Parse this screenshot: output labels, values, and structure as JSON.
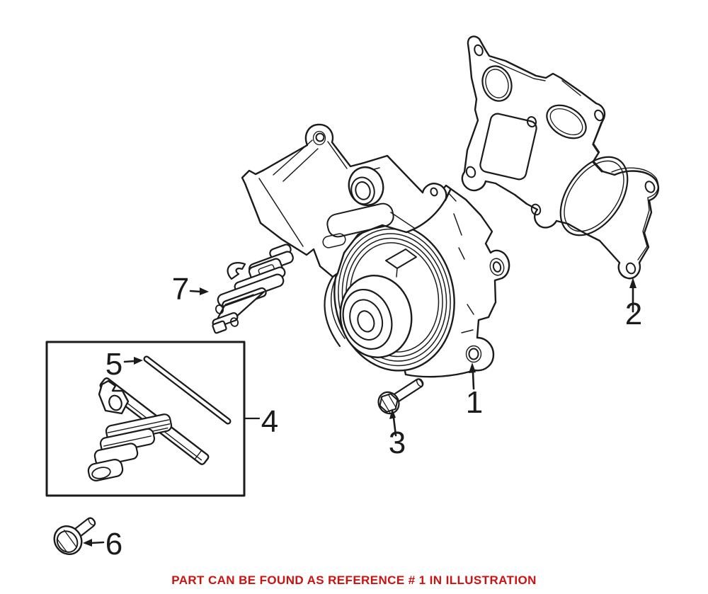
{
  "illustration": {
    "kind": "exploded-parts-line-drawing",
    "line_color": "#1b1b1b",
    "background_color": "#ffffff"
  },
  "refs": {
    "r1": "1",
    "r2": "2",
    "r3": "3",
    "r4": "4",
    "r5": "5",
    "r6": "6",
    "r7": "7"
  },
  "caption": {
    "text": "PART CAN BE FOUND AS REFERENCE # 1 IN ILLUSTRATION",
    "color": "#cc1111"
  }
}
